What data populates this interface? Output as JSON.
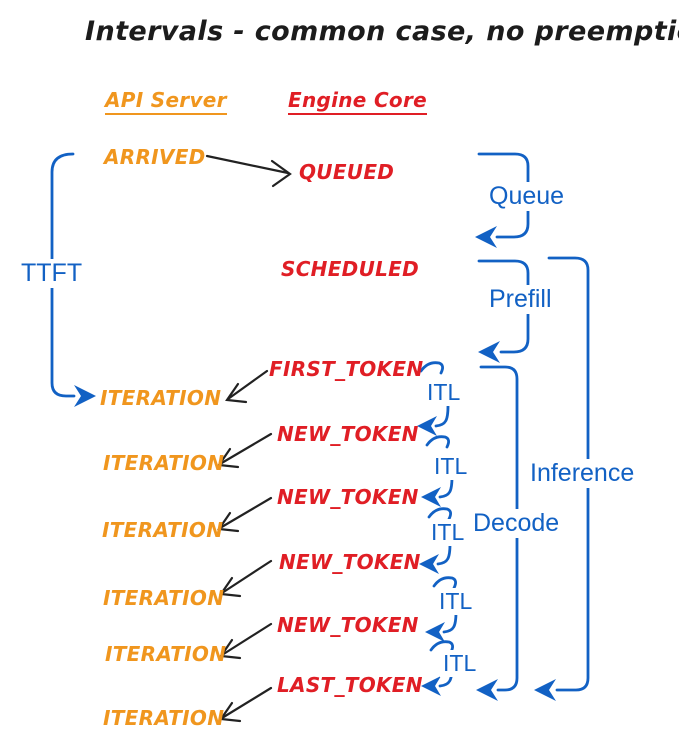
{
  "title": "Intervals - common case, no preemptions",
  "columns": {
    "api_server": "API Server",
    "engine_core": "Engine Core"
  },
  "api_events": {
    "arrived": "ARRIVED",
    "iterations": [
      "ITERATION",
      "ITERATION",
      "ITERATION",
      "ITERATION",
      "ITERATION",
      "ITERATION"
    ]
  },
  "engine_events": {
    "queued": "QUEUED",
    "scheduled": "SCHEDULED",
    "first_token": "FIRST_TOKEN",
    "new_tokens": [
      "NEW_TOKEN",
      "NEW_TOKEN",
      "NEW_TOKEN",
      "NEW_TOKEN"
    ],
    "last_token": "LAST_TOKEN"
  },
  "intervals": {
    "ttft": "TTFT",
    "queue": "Queue",
    "prefill": "Prefill",
    "decode": "Decode",
    "inference": "Inference",
    "itl_labels": [
      "ITL",
      "ITL",
      "ITL",
      "ITL",
      "ITL"
    ]
  },
  "colors": {
    "api_orange": "#F0961E",
    "engine_red": "#E01E25",
    "interval_blue": "#1261C4",
    "arrow_black": "#222222"
  }
}
